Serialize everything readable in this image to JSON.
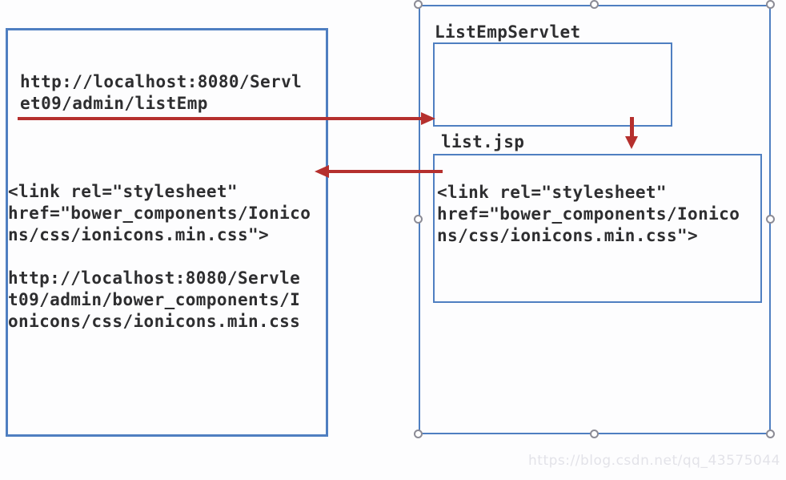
{
  "diagram": {
    "left_box": {
      "request_url": "http://localhost:8080/Servl\net09/admin/listEmp",
      "link_and_resolved_url": "<link rel=\"stylesheet\"\nhref=\"bower_components/Ionico\nns/css/ionicons.min.css\">\n\nhttp://localhost:8080/Servle\nt09/admin/bower_components/I\nonicons/css/ionicons.min.css"
    },
    "server_box": {
      "servlet_label": "ListEmpServlet",
      "jsp_label": "list.jsp",
      "jsp_content": "<link rel=\"stylesheet\"\nhref=\"bower_components/Ionico\nns/css/ionicons.min.css\">"
    },
    "colors": {
      "shape_border": "#4f7fc1",
      "arrow": "#b5302e",
      "text": "#2e2e30",
      "handle_ring": "#8b8b95"
    }
  },
  "watermark": "https://blog.csdn.net/qq_43575044"
}
